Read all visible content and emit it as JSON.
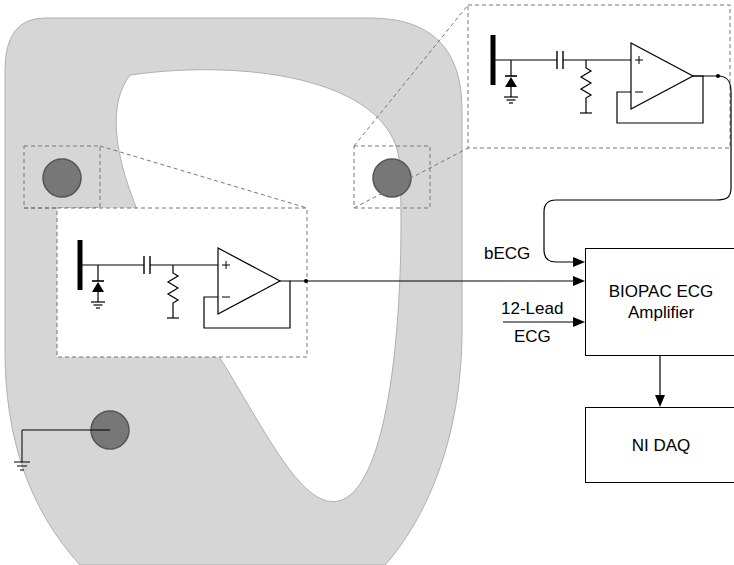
{
  "diagram": {
    "nodes": [
      {
        "text": [
          "BIOPAC ECG Amplifier"
        ]
      },
      {
        "text": [
          "NI DAQ"
        ]
      }
    ],
    "edges": [
      {
        "from": 0,
        "to": 1,
        "arrow": "to"
      }
    ],
    "labels": [
      "bECG",
      "12-Lead",
      "ECG"
    ]
  }
}
